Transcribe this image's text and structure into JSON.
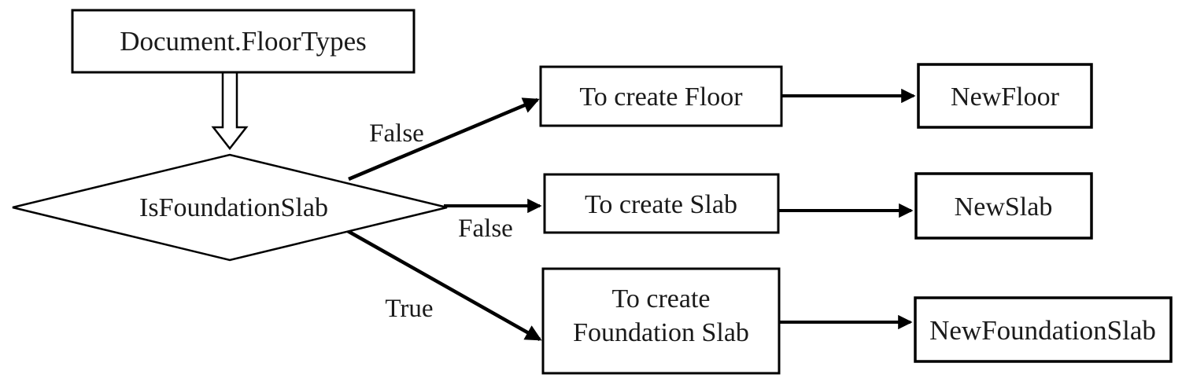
{
  "diagram": {
    "type": "flowchart",
    "colors": {
      "background": "#ffffff",
      "line": "#000000",
      "text": "#1a1a1a"
    },
    "nodes": {
      "document_floor_types": {
        "label": "Document.FloorTypes",
        "shape": "rectangle"
      },
      "is_foundation_slab": {
        "label": "IsFoundationSlab",
        "shape": "diamond"
      },
      "to_create_floor": {
        "label": "To create Floor",
        "shape": "rectangle"
      },
      "new_floor": {
        "label": "NewFloor",
        "shape": "rectangle"
      },
      "to_create_slab": {
        "label": "To create Slab",
        "shape": "rectangle"
      },
      "new_slab": {
        "label": "NewSlab",
        "shape": "rectangle"
      },
      "to_create_foundation_slab": {
        "label_line1": "To create",
        "label_line2": "Foundation Slab",
        "shape": "rectangle"
      },
      "new_foundation_slab": {
        "label": "NewFoundationSlab",
        "shape": "rectangle"
      }
    },
    "edges": {
      "start_to_decision": {
        "label": "",
        "style": "hollow-arrow"
      },
      "decision_to_floor": {
        "label": "False"
      },
      "decision_to_slab": {
        "label": "False"
      },
      "decision_to_foundation_slab": {
        "label": "True"
      },
      "floor_to_new_floor": {
        "label": ""
      },
      "slab_to_new_slab": {
        "label": ""
      },
      "foundation_to_new_foundation": {
        "label": ""
      }
    }
  }
}
